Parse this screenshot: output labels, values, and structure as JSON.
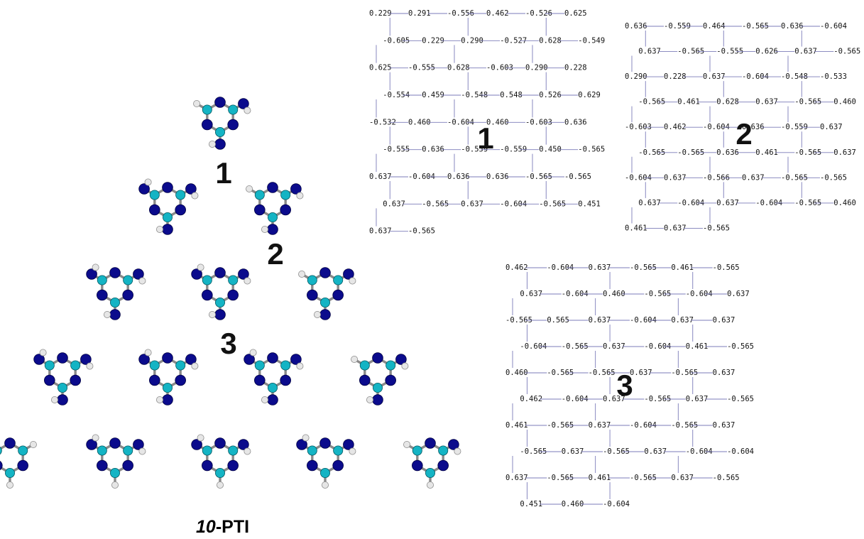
{
  "caption": {
    "prefix": "10",
    "suffix": "-PTI"
  },
  "colors": {
    "nitrogen": "#0b0b8c",
    "carbon": "#14b4c4",
    "hydrogen": "#e6e6e6",
    "bond": "#8a8a8a"
  },
  "molecule_labels": [
    "1",
    "2",
    "3"
  ],
  "charge_panels": [
    {
      "label": "1",
      "values": [
        "0.229",
        "0.291",
        "-0.556",
        "0.462",
        "-0.526",
        "0.625",
        "-0.605",
        "0.229",
        "0.290",
        "-0.527",
        "0.628",
        "-0.549",
        "0.625",
        "-0.555",
        "0.628",
        "-0.603",
        "0.290",
        "0.228",
        "-0.554",
        "0.459",
        "-0.548",
        "0.548",
        "0.526",
        "0.629",
        "-0.532",
        "0.460",
        "-0.604",
        "0.460",
        "-0.603",
        "0.636",
        "-0.555",
        "0.636",
        "-0.559",
        "-0.559",
        "0.450",
        "-0.565",
        "0.637",
        "-0.604",
        "0.636",
        "0.636",
        "-0.565",
        "-0.565",
        "0.637",
        "-0.565",
        "0.637",
        "-0.604",
        "-0.565",
        "0.451",
        "0.637",
        "-0.565"
      ]
    },
    {
      "label": "2",
      "values": [
        "0.636",
        "-0.559",
        "0.464",
        "-0.565",
        "0.636",
        "-0.604",
        "0.637",
        "-0.565",
        "-0.555",
        "0.626",
        "0.637",
        "-0.565",
        "0.290",
        "0.228",
        "0.637",
        "-0.604",
        "-0.548",
        "-0.533",
        "-0.565",
        "0.461",
        "0.628",
        "0.637",
        "-0.565",
        "0.460",
        "-0.603",
        "0.462",
        "-0.604",
        "0.636",
        "-0.559",
        "0.637",
        "-0.565",
        "-0.565",
        "0.636",
        "0.461",
        "-0.565",
        "0.637",
        "-0.604",
        "0.637",
        "-0.566",
        "0.637",
        "-0.565",
        "-0.565",
        "0.637",
        "-0.604",
        "0.637",
        "-0.604",
        "-0.565",
        "0.460",
        "0.461",
        "0.637",
        "-0.565"
      ]
    },
    {
      "label": "3",
      "values": [
        "0.462",
        "-0.604",
        "0.637",
        "-0.565",
        "0.461",
        "-0.565",
        "0.637",
        "-0.604",
        "0.460",
        "-0.565",
        "-0.604",
        "0.637",
        "-0.565",
        "0.565",
        "0.637",
        "-0.604",
        "0.637",
        "0.637",
        "-0.604",
        "-0.565",
        "0.637",
        "-0.604",
        "0.461",
        "-0.565",
        "0.460",
        "-0.565",
        "-0.565",
        "0.637",
        "-0.565",
        "0.637",
        "0.462",
        "-0.604",
        "0.637",
        "-0.565",
        "0.637",
        "-0.565",
        "0.461",
        "-0.565",
        "0.637",
        "-0.604",
        "-0.565",
        "0.637",
        "-0.565",
        "0.637",
        "-0.565",
        "0.637",
        "-0.604",
        "-0.604",
        "0.637",
        "-0.565",
        "0.461",
        "-0.565",
        "0.637",
        "-0.565",
        "0.451",
        "0.460",
        "-0.604"
      ]
    }
  ]
}
